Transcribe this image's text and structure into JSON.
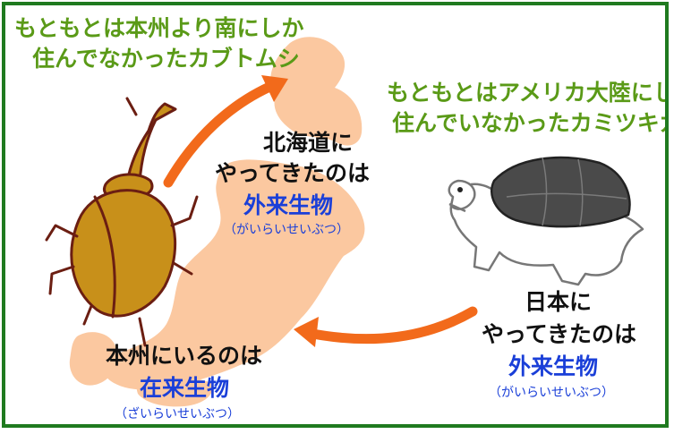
{
  "captions": {
    "beetle_line1": "もともとは本州より南にしか",
    "beetle_line2": "住んでなかったカブトムシ",
    "turtle_line1": "もともとはアメリカ大陸にしか",
    "turtle_line2": "住んでいなかったカミツキガメ"
  },
  "hokkaido": {
    "line1": "北海道に",
    "line2": "やってきたのは",
    "term": "外来生物",
    "reading": "（がいらいせいぶつ）"
  },
  "honshu": {
    "line1": "本州にいるのは",
    "term": "在来生物",
    "reading": "（ざいらいせいぶつ）"
  },
  "japan": {
    "line1": "日本に",
    "line2": "やってきたのは",
    "term": "外来生物",
    "reading": "（がいらいせいぶつ）"
  },
  "colors": {
    "frame": "#1f7a1f",
    "land": "#fbc8a0",
    "arrow": "#f26a1b",
    "beetle": "#c8901a",
    "turtle_shell": "#4a4a4a",
    "caption_green": "#5a9a17",
    "term_blue": "#1a3fd8"
  },
  "icons": [
    "rhinoceros-beetle-illustration",
    "snapping-turtle-illustration",
    "japan-map-illustration",
    "arrow-icon"
  ]
}
